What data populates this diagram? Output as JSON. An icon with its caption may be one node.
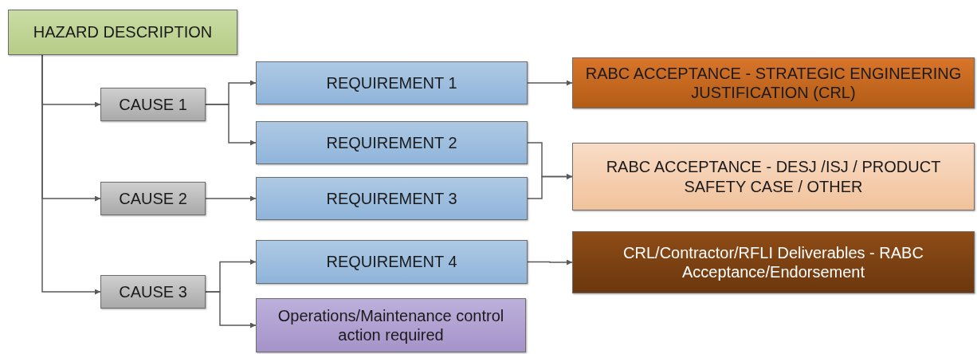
{
  "diagram": {
    "nodes": [
      {
        "text": [
          "HAZARD DESCRIPTION"
        ]
      },
      {
        "text": [
          "CAUSE 1"
        ]
      },
      {
        "text": [
          "CAUSE 2"
        ]
      },
      {
        "text": [
          "CAUSE 3"
        ]
      },
      {
        "text": [
          "REQUIREMENT 1"
        ]
      },
      {
        "text": [
          "REQUIREMENT 2"
        ]
      },
      {
        "text": [
          "REQUIREMENT 3"
        ]
      },
      {
        "text": [
          "REQUIREMENT 4"
        ]
      },
      {
        "text": [
          "Operations/Maintenance control action required"
        ]
      },
      {
        "text": [
          "RABC ACCEPTANCE - STRATEGIC ENGINEERING JUSTIFICATION (CRL)"
        ]
      },
      {
        "text": [
          "RABC ACCEPTANCE - DESJ /ISJ / PRODUCT SAFETY CASE / OTHER"
        ]
      },
      {
        "text": [
          "CRL/Contractor/RFLI Deliverables - RABC Acceptance/Endorsement"
        ]
      }
    ],
    "edges": [
      {
        "from": 0,
        "to": 1,
        "arrow": "to"
      },
      {
        "from": 0,
        "to": 2,
        "arrow": "to"
      },
      {
        "from": 0,
        "to": 3,
        "arrow": "to"
      },
      {
        "from": 1,
        "to": 4,
        "arrow": "to"
      },
      {
        "from": 1,
        "to": 5,
        "arrow": "to"
      },
      {
        "from": 2,
        "to": 6,
        "arrow": "to"
      },
      {
        "from": 3,
        "to": 7,
        "arrow": "to"
      },
      {
        "from": 3,
        "to": 8,
        "arrow": "to"
      },
      {
        "from": 4,
        "to": 9,
        "arrow": "to"
      },
      {
        "from": 5,
        "to": 10,
        "arrow": "to"
      },
      {
        "from": 6,
        "to": 10,
        "arrow": "to"
      },
      {
        "from": 7,
        "to": 11,
        "arrow": "to"
      }
    ]
  }
}
